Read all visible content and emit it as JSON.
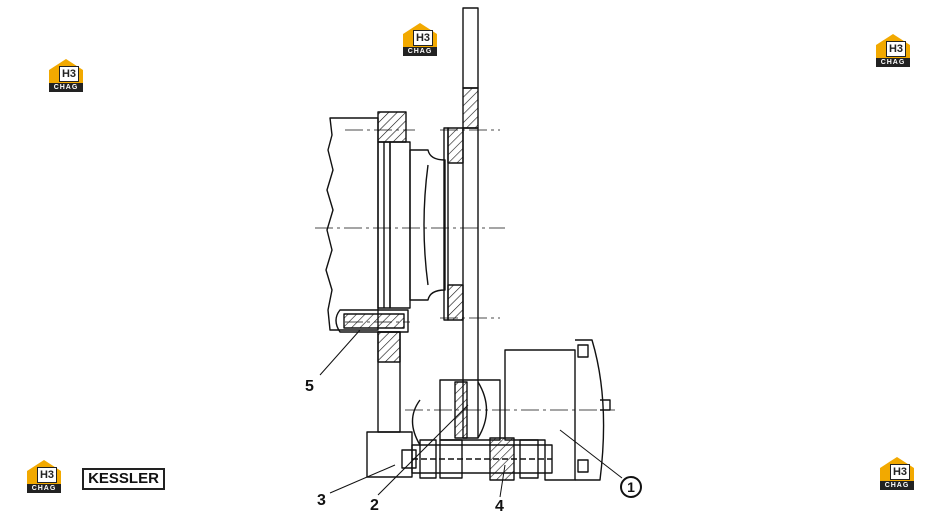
{
  "watermark": {
    "logo_h3": "H3",
    "logo_chag": "CHAG",
    "brand_color": "#f2a900"
  },
  "brand_label": "KESSLER",
  "callouts": [
    "1",
    "2",
    "3",
    "4",
    "5"
  ]
}
